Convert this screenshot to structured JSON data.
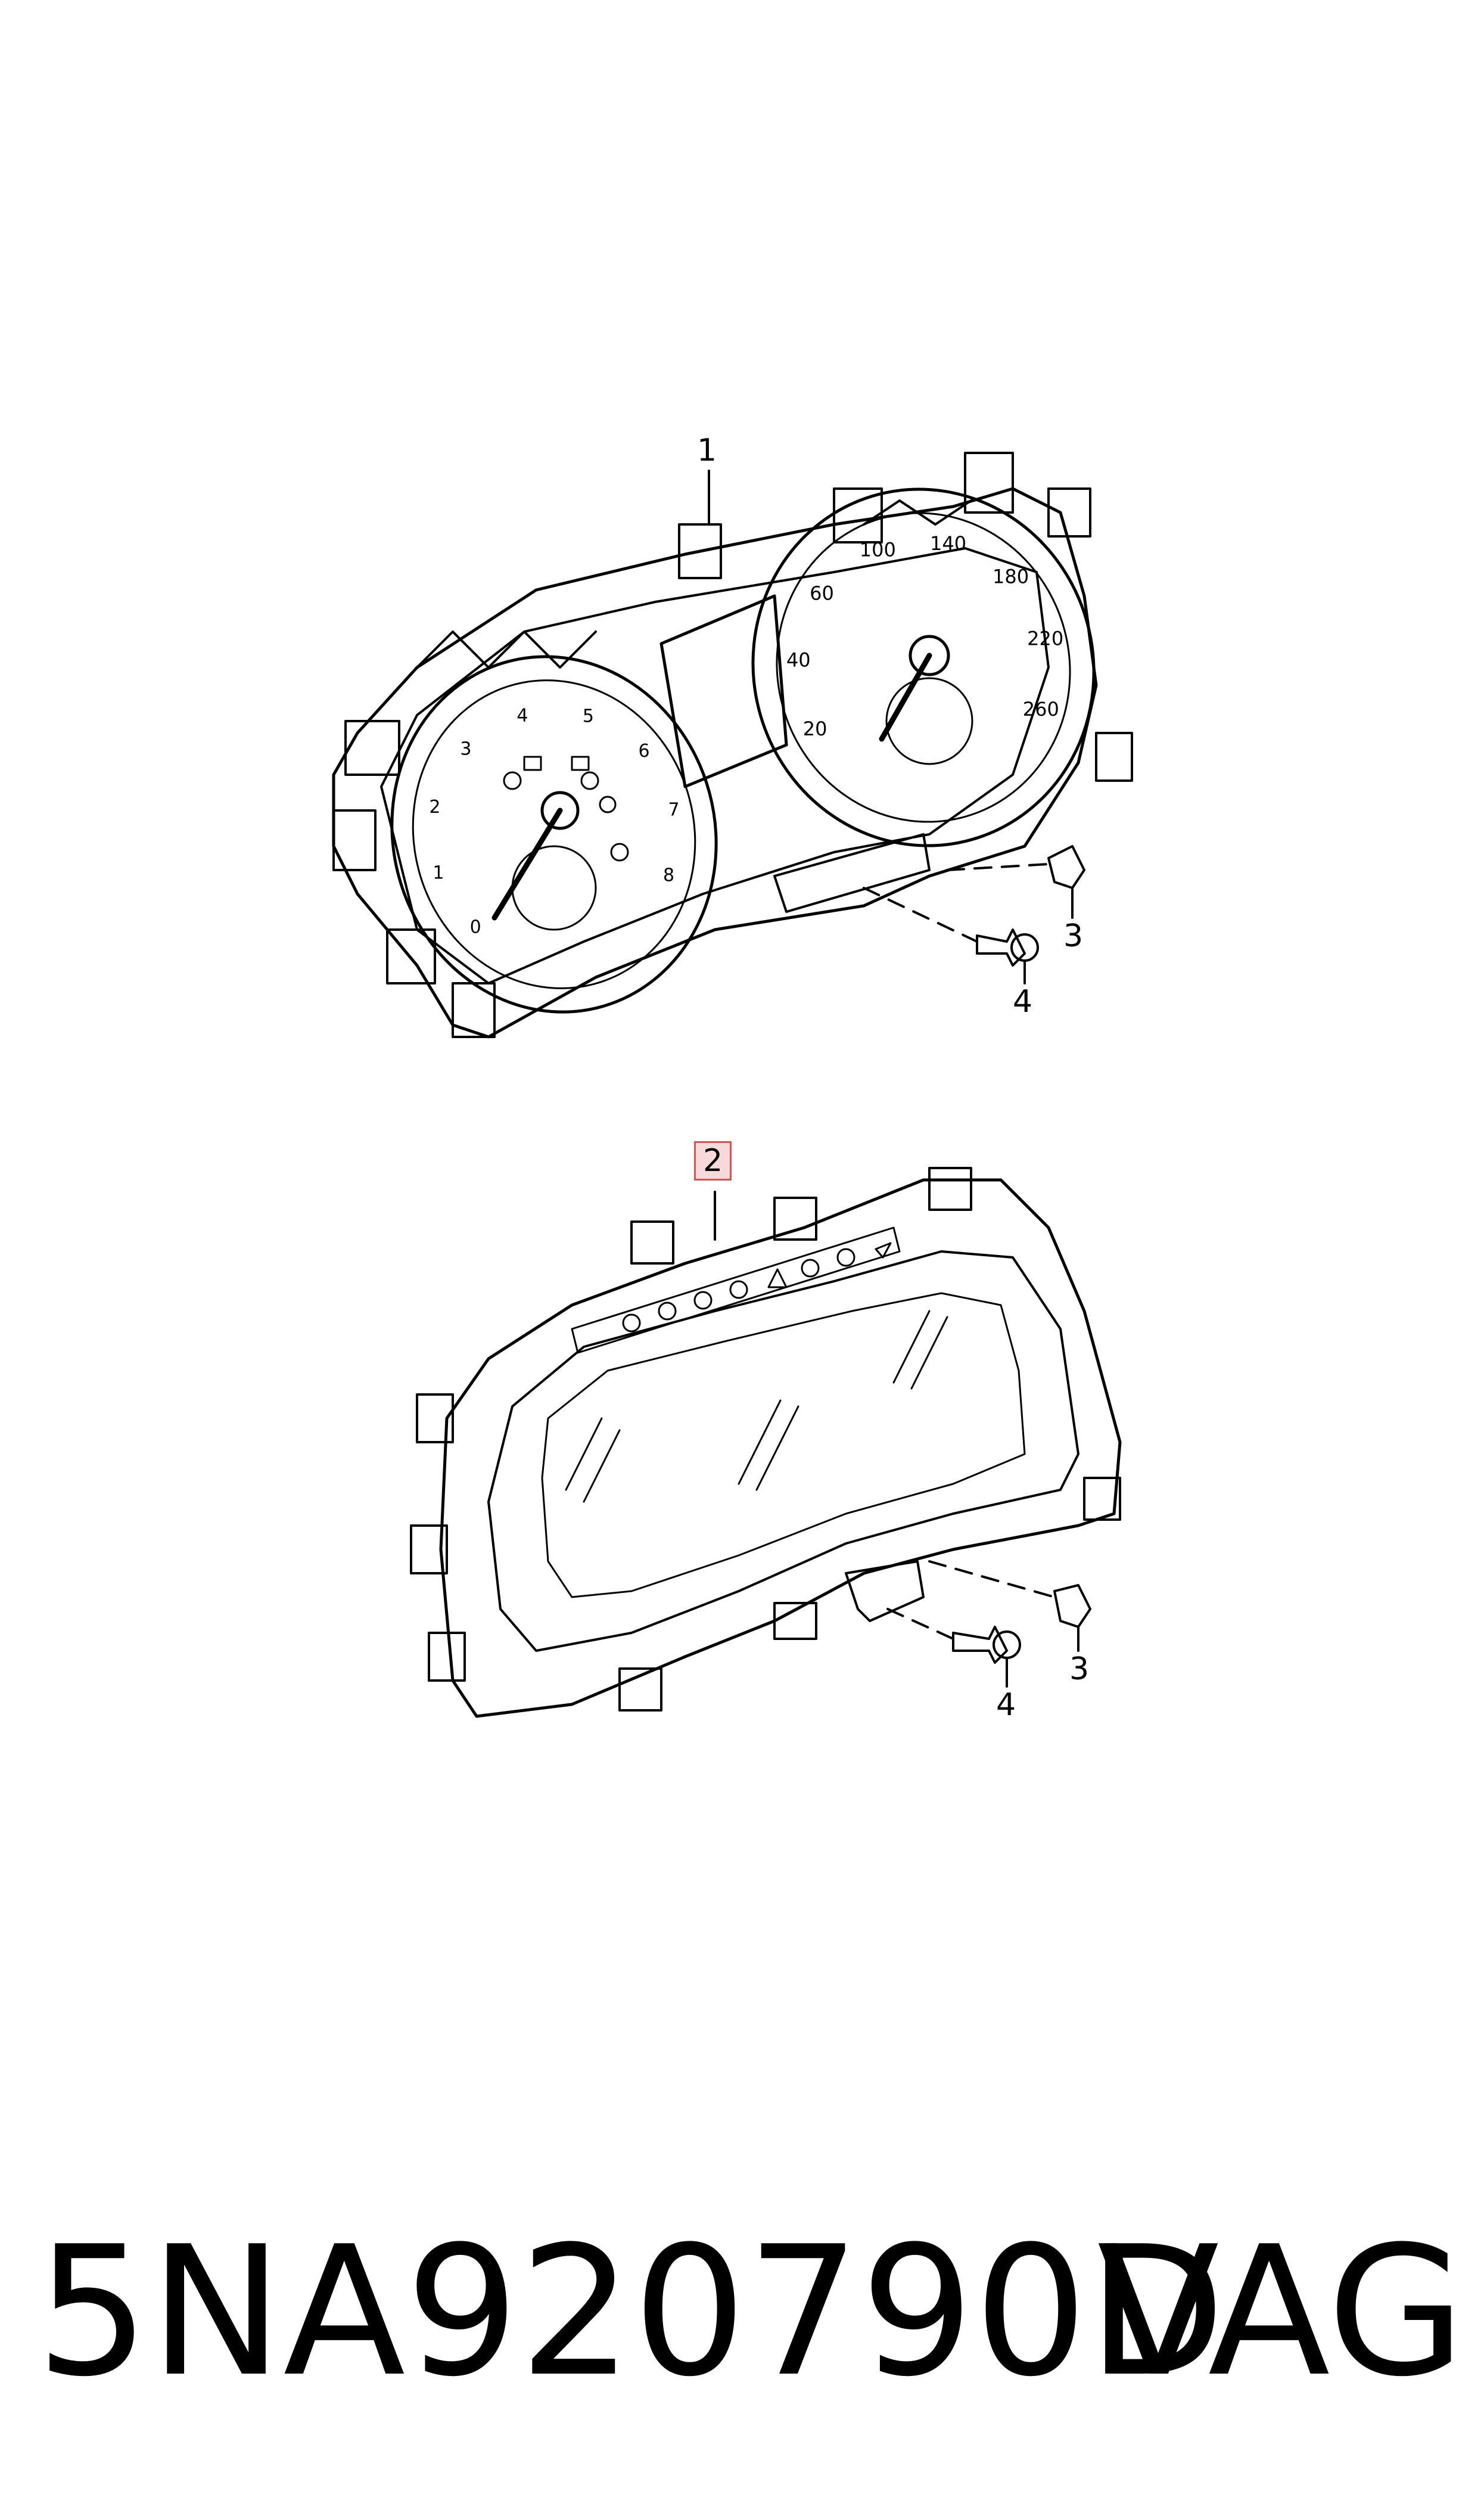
{
  "callouts": {
    "c1": "1",
    "c2": "2",
    "c3a": "3",
    "c4a": "4",
    "c3b": "3",
    "c4b": "4"
  },
  "tacho_ticks": [
    "0",
    "1",
    "2",
    "3",
    "4",
    "5",
    "6",
    "7",
    "8"
  ],
  "speedo_ticks": [
    "20",
    "40",
    "60",
    "100",
    "140",
    "180",
    "220",
    "260"
  ],
  "footer": {
    "part_number": "5NA920790D",
    "brand": "VAG"
  },
  "colors": {
    "line": "#000000",
    "highlight_border": "#d9534f",
    "highlight_fill": "#f6d9da"
  }
}
